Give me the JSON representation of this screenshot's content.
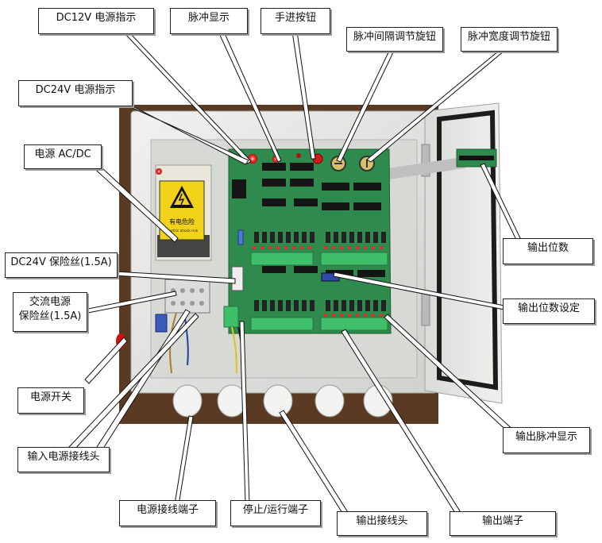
{
  "labels": {
    "dc12v_power": "DC12V 电源指示",
    "pulse_display": "脉冲显示",
    "manual_button": "手进按钮",
    "pulse_interval_knob": "脉冲间隔调节旋钮",
    "pulse_width_knob": "脉冲宽度调节旋钮",
    "dc24v_power": "DC24V 电源指示",
    "power_acdc": "电源 AC/DC",
    "dc24v_fuse": "DC24V 保险丝(1.5A)",
    "ac_fuse_line1": "交流电源",
    "ac_fuse_line2": "保险丝(1.5A)",
    "power_switch": "电源开关",
    "input_connector": "输入电源接线头",
    "power_terminal": "电源接线端子",
    "stop_run_terminal": "停止/运行端子",
    "output_connector": "输出接线头",
    "output_terminal": "输出端子",
    "output_count": "输出位数",
    "output_count_setting": "输出位数设定",
    "output_pulse_display": "输出脉冲显示"
  },
  "photo": {
    "warning_label_line1": "有电危险",
    "warning_label_line2": "Electric shock risk"
  },
  "colors": {
    "pcb": "#2f8a4d",
    "terminal_green": "#3fbf6a",
    "enclosure": "#e8e9e6",
    "background_wood": "#5a3a22",
    "led_red": "#ff2020",
    "warning_yellow": "#f2d31a"
  }
}
